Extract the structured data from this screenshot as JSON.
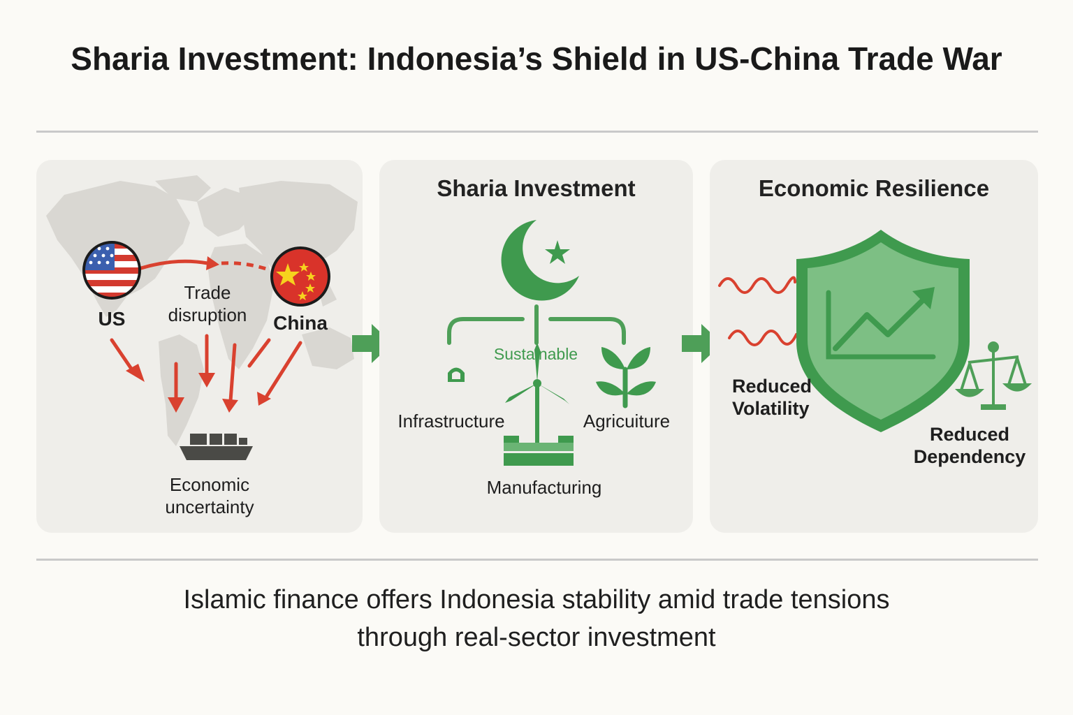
{
  "title": "Sharia Investment: Indonesia’s Shield in US-China Trade War",
  "panels": {
    "trade_war": {
      "us_label": "US",
      "china_label": "China",
      "trade_label": "Trade\ndisruption",
      "uncertainty_label": "Economic\nuncertainty"
    },
    "sharia": {
      "title": "Sharia Investment",
      "sustainable": "Sustainable",
      "infrastructure": "Infrastructure",
      "agriculture": "Agricuiture",
      "manufacturing": "Manufacturing"
    },
    "resilience": {
      "title": "Economic Resilience",
      "reduced_volatility": "Reduced\nVolatility",
      "reduced_dependency": "Reduced\nDependency"
    }
  },
  "caption": "Islamic finance offers Indonesia stability amid trade tensions\nthrough real-sector investment",
  "colors": {
    "green": "#3f9a4e",
    "light_green": "#72b87a",
    "red": "#d9412f",
    "map_gray": "#d8d6d1",
    "ship": "#4a4a46"
  },
  "icons": [
    "us-flag-icon",
    "china-flag-icon",
    "cargo-ship-icon",
    "crescent-star-icon",
    "mosque-dome-icon",
    "wind-turbine-icon",
    "sprout-icon",
    "shield-chart-icon",
    "balance-scale-icon"
  ]
}
